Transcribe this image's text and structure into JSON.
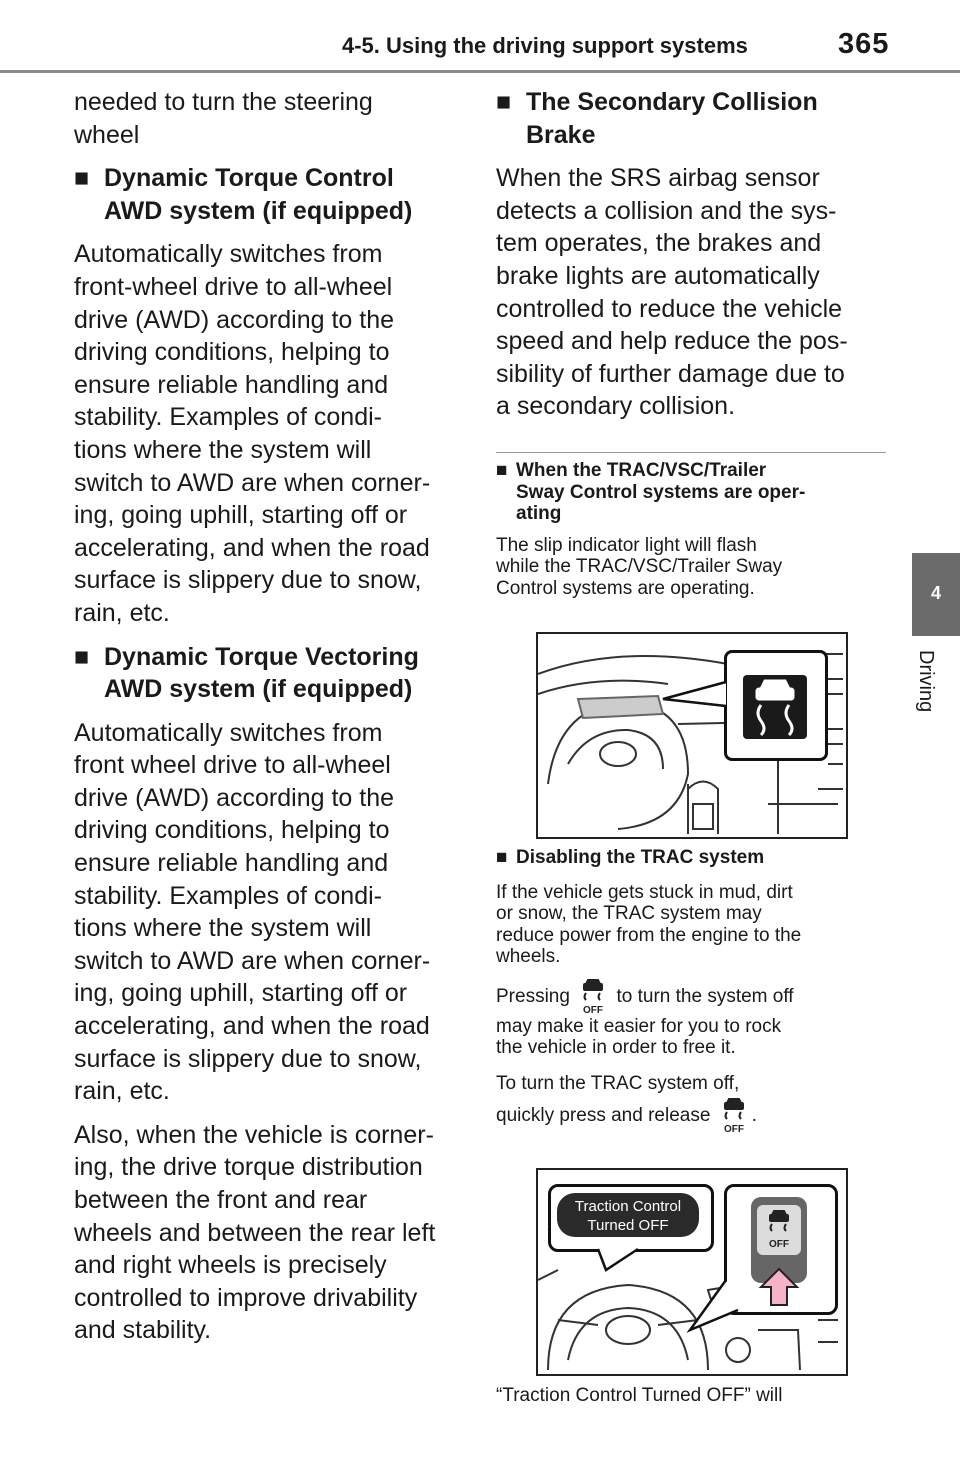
{
  "header": {
    "section_title": "4-5. Using the driving support systems",
    "page_number": "365"
  },
  "side_tab": {
    "number": "4",
    "label": "Driving"
  },
  "left_column": {
    "intro_lines": [
      "needed to turn the steering",
      "wheel"
    ],
    "dtc_heading": [
      "Dynamic Torque Control",
      "AWD system (if equipped)"
    ],
    "dtc_lines": [
      "Automatically switches from",
      "front-wheel drive to all-wheel",
      "drive (AWD) according to the",
      "driving conditions, helping to",
      "ensure reliable handling and",
      "stability. Examples of condi-",
      "tions where the system will",
      "switch to AWD are when corner-",
      "ing, going uphill, starting off or",
      "accelerating, and when the road",
      "surface is slippery due to snow,",
      "rain, etc."
    ],
    "dtv_heading": [
      "Dynamic Torque Vectoring",
      "AWD system (if equipped)"
    ],
    "dtv_lines": [
      "Automatically switches from",
      "front wheel drive to all-wheel",
      "drive (AWD) according to the",
      "driving conditions, helping to",
      "ensure reliable handling and",
      "stability. Examples of condi-",
      "tions where the system will",
      "switch to AWD are when corner-",
      "ing, going uphill, starting off or",
      "accelerating, and when the road",
      "surface is slippery due to snow,",
      "rain, etc."
    ],
    "also_lines": [
      "Also, when the vehicle is corner-",
      "ing, the drive torque distribution",
      "between the front and rear",
      "wheels and between the rear left",
      "and right wheels is precisely",
      "controlled to improve drivability",
      "and stability."
    ]
  },
  "right_column": {
    "scb_heading": [
      "The Secondary Collision",
      "Brake"
    ],
    "scb_lines": [
      "When the SRS airbag sensor",
      "detects a collision and the sys-",
      "tem operates, the brakes and",
      "brake lights are automatically",
      "controlled to reduce the vehicle",
      "speed and help reduce the pos-",
      "sibility of further damage due to",
      "a secondary collision."
    ],
    "trac_vsc_heading": [
      "When the TRAC/VSC/Trailer",
      "Sway Control systems are oper-",
      "ating"
    ],
    "trac_vsc_lines": [
      "The slip indicator light will flash",
      "while the TRAC/VSC/Trailer Sway",
      "Control systems are operating."
    ],
    "disable_heading": "Disabling the TRAC system",
    "disable_lines": [
      "If the vehicle gets stuck in mud, dirt",
      "or snow, the TRAC system may",
      "reduce power from the engine to the",
      "wheels."
    ],
    "pressing_before": "Pressing",
    "pressing_after": "to turn the system off",
    "pressing_lines": [
      "may make it easier for you to rock",
      "the vehicle in order to free it."
    ],
    "turn_off_line1": "To turn the TRAC system off,",
    "turn_off_line2_before": "quickly press and release",
    "turn_off_line2_after": ".",
    "figure2_popup": [
      "Traction Control",
      "Turned OFF"
    ],
    "off_label": "OFF",
    "last_line": "“Traction Control Turned OFF” will"
  },
  "icons": {
    "section_marker": "■",
    "skid_icon": "vehicle-skid-icon",
    "trac_off_icon": "vehicle-skid-off-icon"
  },
  "colors": {
    "side_tab": "#6b6b6b",
    "header_rule": "#8a8a8a",
    "arrow_pink": "#f6b3c8"
  }
}
